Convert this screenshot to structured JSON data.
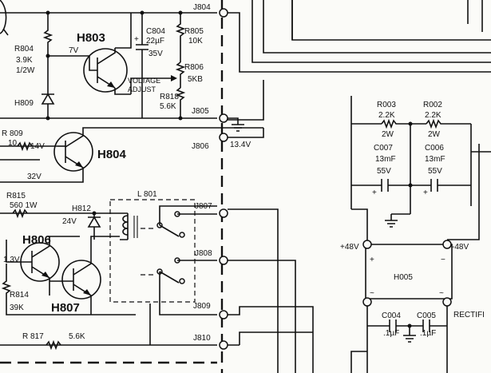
{
  "components": {
    "j804": "J804",
    "j805": "J805",
    "j806": "J806",
    "j807": "J807",
    "j808": "J808",
    "j809": "J809",
    "j810": "J810",
    "h803": "H803",
    "h804": "H804",
    "h806": "H806",
    "h807": "H807",
    "h809": "H809",
    "h812": "H812",
    "l801": "L 801",
    "r804": "R804",
    "r804_val": "3.9K",
    "r804_watt": "1/2W",
    "c804": "C804",
    "c804_val": "22µF",
    "c804_volt": "35V",
    "r805": "R805",
    "r805_val": "10K",
    "r806": "R806",
    "r806_val": "5KB",
    "r818": "R818",
    "r818_val": "5.6K",
    "voltage": "VOLTAGE",
    "adjust": "ADJUST",
    "r809": "R 809",
    "r809_val": "10",
    "r815": "R815",
    "r815_val": "560 1W",
    "r814": "R814",
    "r814_val": "39K",
    "r817": "R 817",
    "r817_val": "5.6K",
    "r003": "R003",
    "r003_val": "2.2K",
    "r003_watt": "2W",
    "r002": "R002",
    "r002_val": "2.2K",
    "r002_watt": "2W",
    "c007": "C007",
    "c007_val": "13mF",
    "c007_volt": "55V",
    "c006": "C006",
    "c006_val": "13mF",
    "c006_volt": "55V",
    "h005": "H005",
    "c004": "C004",
    "c004_val": ".1µF",
    "c005": "C005",
    "c005_val": ".1µF",
    "rectifier": "RECTIFI"
  },
  "voltages": {
    "v7": "7V",
    "v14": "14V",
    "v32": "32V",
    "v134": "13.4V",
    "v24": "24V",
    "v13": "1.3V",
    "vp48": "+48V",
    "vm48": "-48V"
  },
  "symbols": {
    "plus": "+",
    "minus": "−",
    "ac": "~"
  }
}
